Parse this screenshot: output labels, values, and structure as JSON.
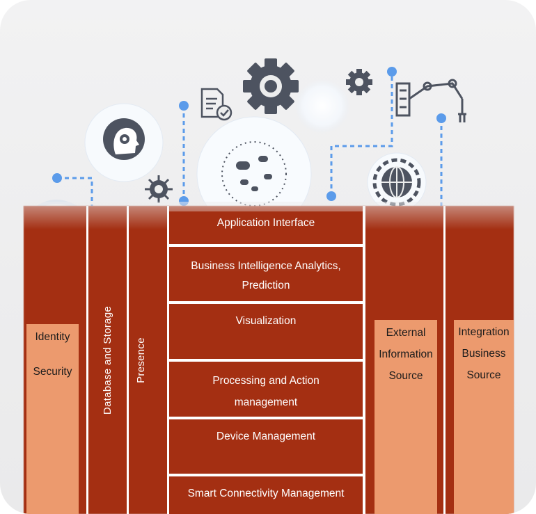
{
  "columns": {
    "identity": "Identity",
    "security": "Security",
    "database": "Database and Storage",
    "presence": "Presence"
  },
  "layers": {
    "application": "Application Interface",
    "bi_line1": "Business Intelligence Analytics,",
    "bi_line2": "Prediction",
    "visualization": "Visualization",
    "processing_line1": "Processing and Action",
    "processing_line2": "management",
    "device": "Device Management",
    "connectivity": "Smart Connectivity Management"
  },
  "external": {
    "line1": "External",
    "line2": "Information",
    "line3": "Source"
  },
  "integration": {
    "line1": "Integration",
    "line2": "Business",
    "line3": "Source"
  },
  "icons": [
    "gear-icon",
    "head-gear-icon",
    "document-check-icon",
    "lightbulb-gear-icon",
    "robot-arm-icon",
    "globe-icon"
  ],
  "colors": {
    "panel": "#a42f12",
    "peach": "#ec9a6e",
    "connector": "#5b9bea",
    "icon_gray": "#4d5360"
  }
}
